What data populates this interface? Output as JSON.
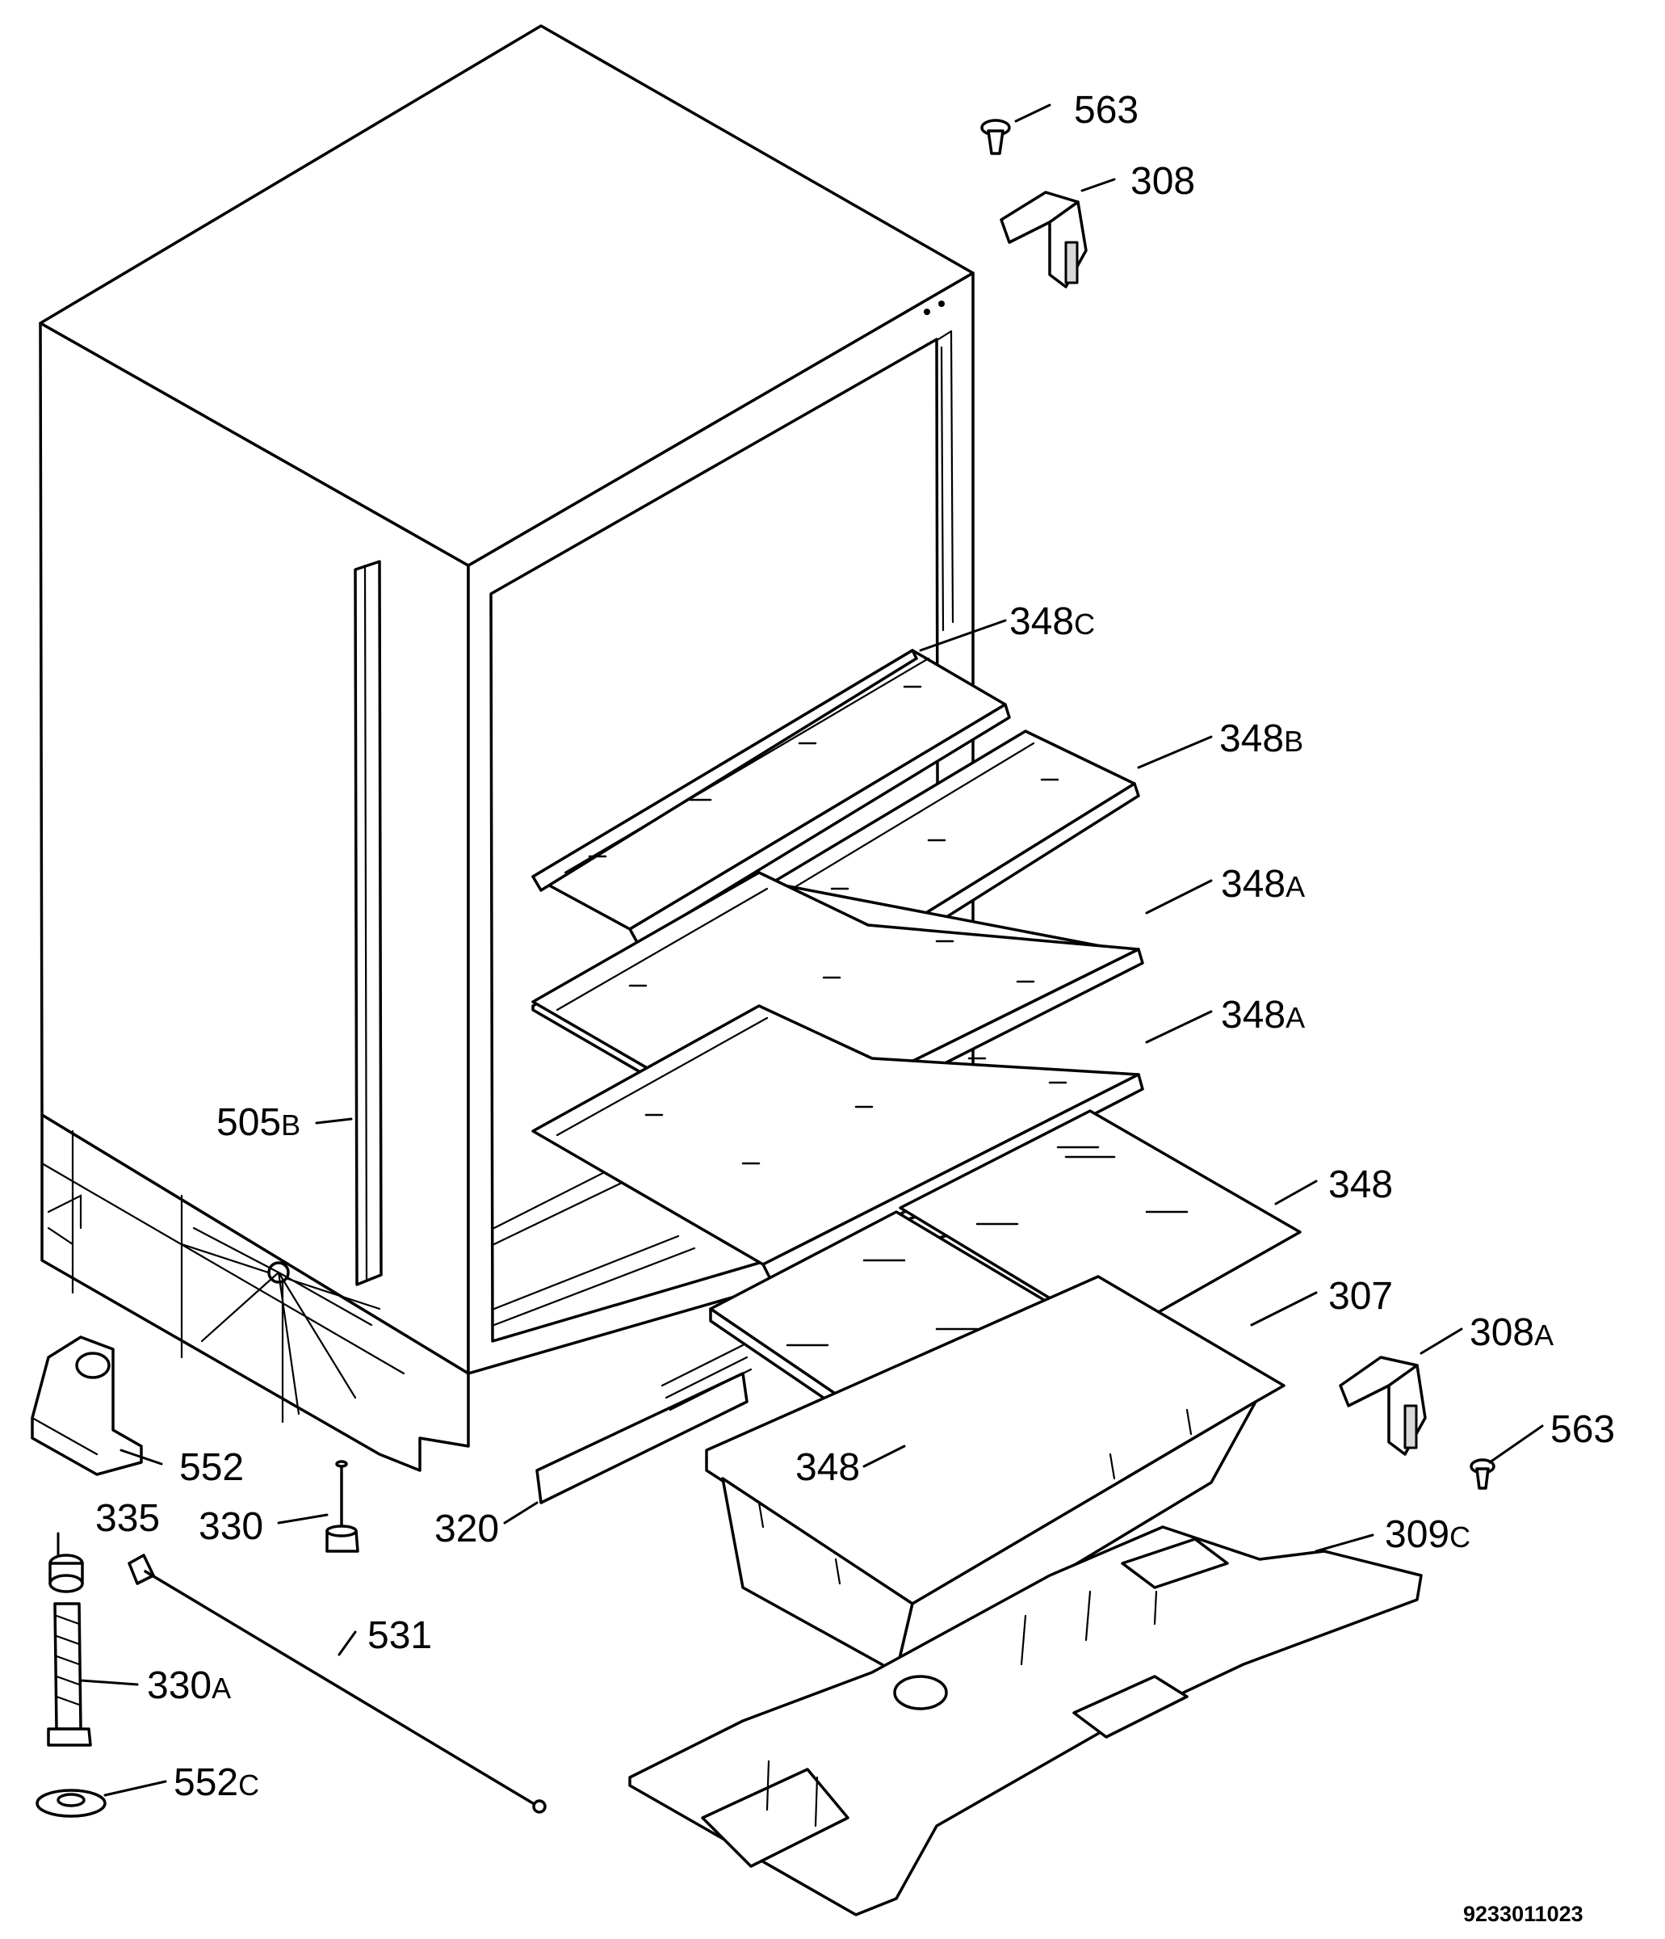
{
  "drawing_code": "9233011023",
  "callouts": [
    {
      "num": "563",
      "suffix": ""
    },
    {
      "num": "308",
      "suffix": ""
    },
    {
      "num": "348",
      "suffix": "C"
    },
    {
      "num": "348",
      "suffix": "B"
    },
    {
      "num": "348",
      "suffix": "A"
    },
    {
      "num": "348",
      "suffix": "A"
    },
    {
      "num": "348",
      "suffix": ""
    },
    {
      "num": "307",
      "suffix": ""
    },
    {
      "num": "308",
      "suffix": "A"
    },
    {
      "num": "563",
      "suffix": ""
    },
    {
      "num": "505",
      "suffix": "B"
    },
    {
      "num": "552",
      "suffix": ""
    },
    {
      "num": "348",
      "suffix": ""
    },
    {
      "num": "335",
      "suffix": ""
    },
    {
      "num": "330",
      "suffix": ""
    },
    {
      "num": "320",
      "suffix": ""
    },
    {
      "num": "309",
      "suffix": "C"
    },
    {
      "num": "531",
      "suffix": ""
    },
    {
      "num": "330",
      "suffix": "A"
    },
    {
      "num": "552",
      "suffix": "C"
    }
  ]
}
